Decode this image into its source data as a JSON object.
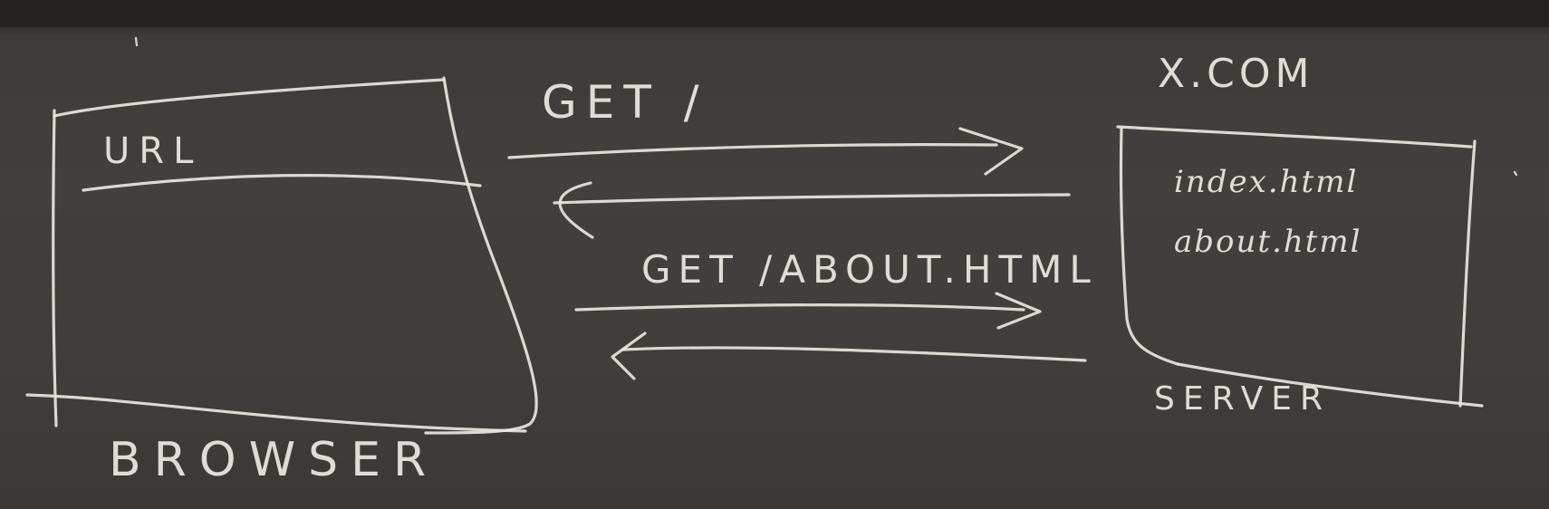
{
  "browser": {
    "label": "BROWSER",
    "url_bar_label": "URL"
  },
  "server": {
    "domain": "X.COM",
    "label": "SERVER",
    "files": [
      "index.html",
      "about.html"
    ]
  },
  "requests": [
    {
      "label": "GET /"
    },
    {
      "label": "GET /ABOUT.HTML"
    }
  ]
}
